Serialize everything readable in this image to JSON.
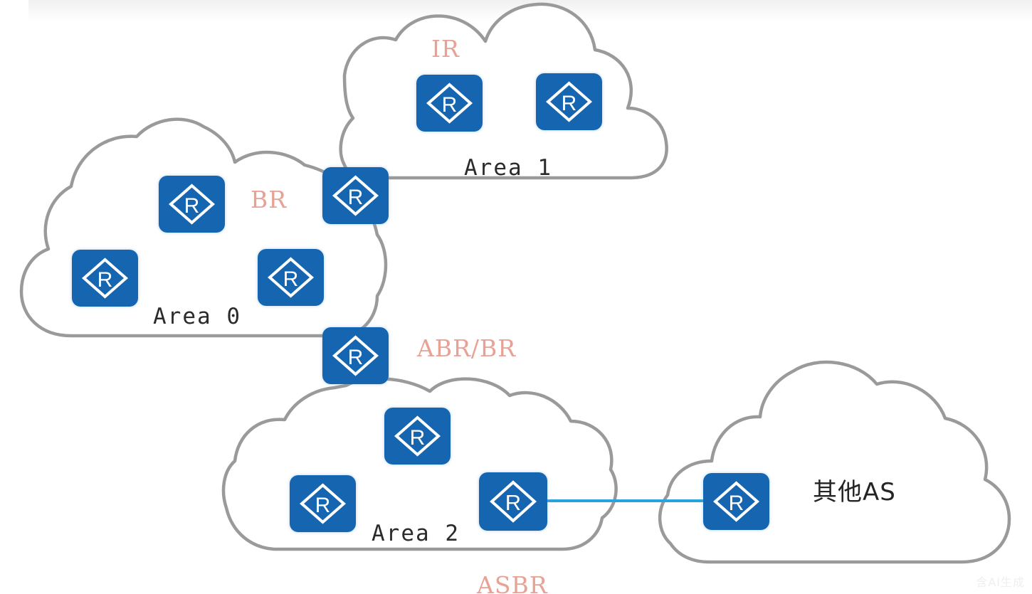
{
  "diagram": {
    "title": "OSPF multi-area topology",
    "background_color": "#ffffff",
    "cloud_stroke_color": "#9a9a9a",
    "router_fill_color": "#1565b0",
    "router_glyph_color": "#ffffff",
    "role_label_color": "#e8a295",
    "area_label_color": "#2b2b2b",
    "external_link_color": "#29a3dc"
  },
  "areas": [
    {
      "id": "area-1",
      "label": "Area 1",
      "role_label": "IR",
      "router_count": 2
    },
    {
      "id": "area-0",
      "label": "Area 0",
      "role_label": "BR",
      "router_count": 3
    },
    {
      "id": "area-2",
      "label": "Area 2",
      "role_label": "ASBR",
      "router_count": 3
    },
    {
      "id": "other-as",
      "label": "其他AS",
      "role_label": "",
      "router_count": 1
    }
  ],
  "boundary_routers": [
    {
      "id": "br",
      "role_label": "BR",
      "between": "Area 0 / Area 1"
    },
    {
      "id": "abr-br",
      "role_label": "ABR/BR",
      "between": "Area 0 / Area 2"
    }
  ],
  "labels": {
    "ir": "IR",
    "br": "BR",
    "abr_br": "ABR/BR",
    "asbr": "ASBR",
    "area_0": "Area 0",
    "area_1": "Area 1",
    "area_2": "Area 2",
    "other_as": "其他AS"
  },
  "router_glyph": {
    "name": "router-icon",
    "letter": "R",
    "shape": "diamond-outline-in-rounded-square"
  },
  "watermark": {
    "text": "含AI生成"
  }
}
